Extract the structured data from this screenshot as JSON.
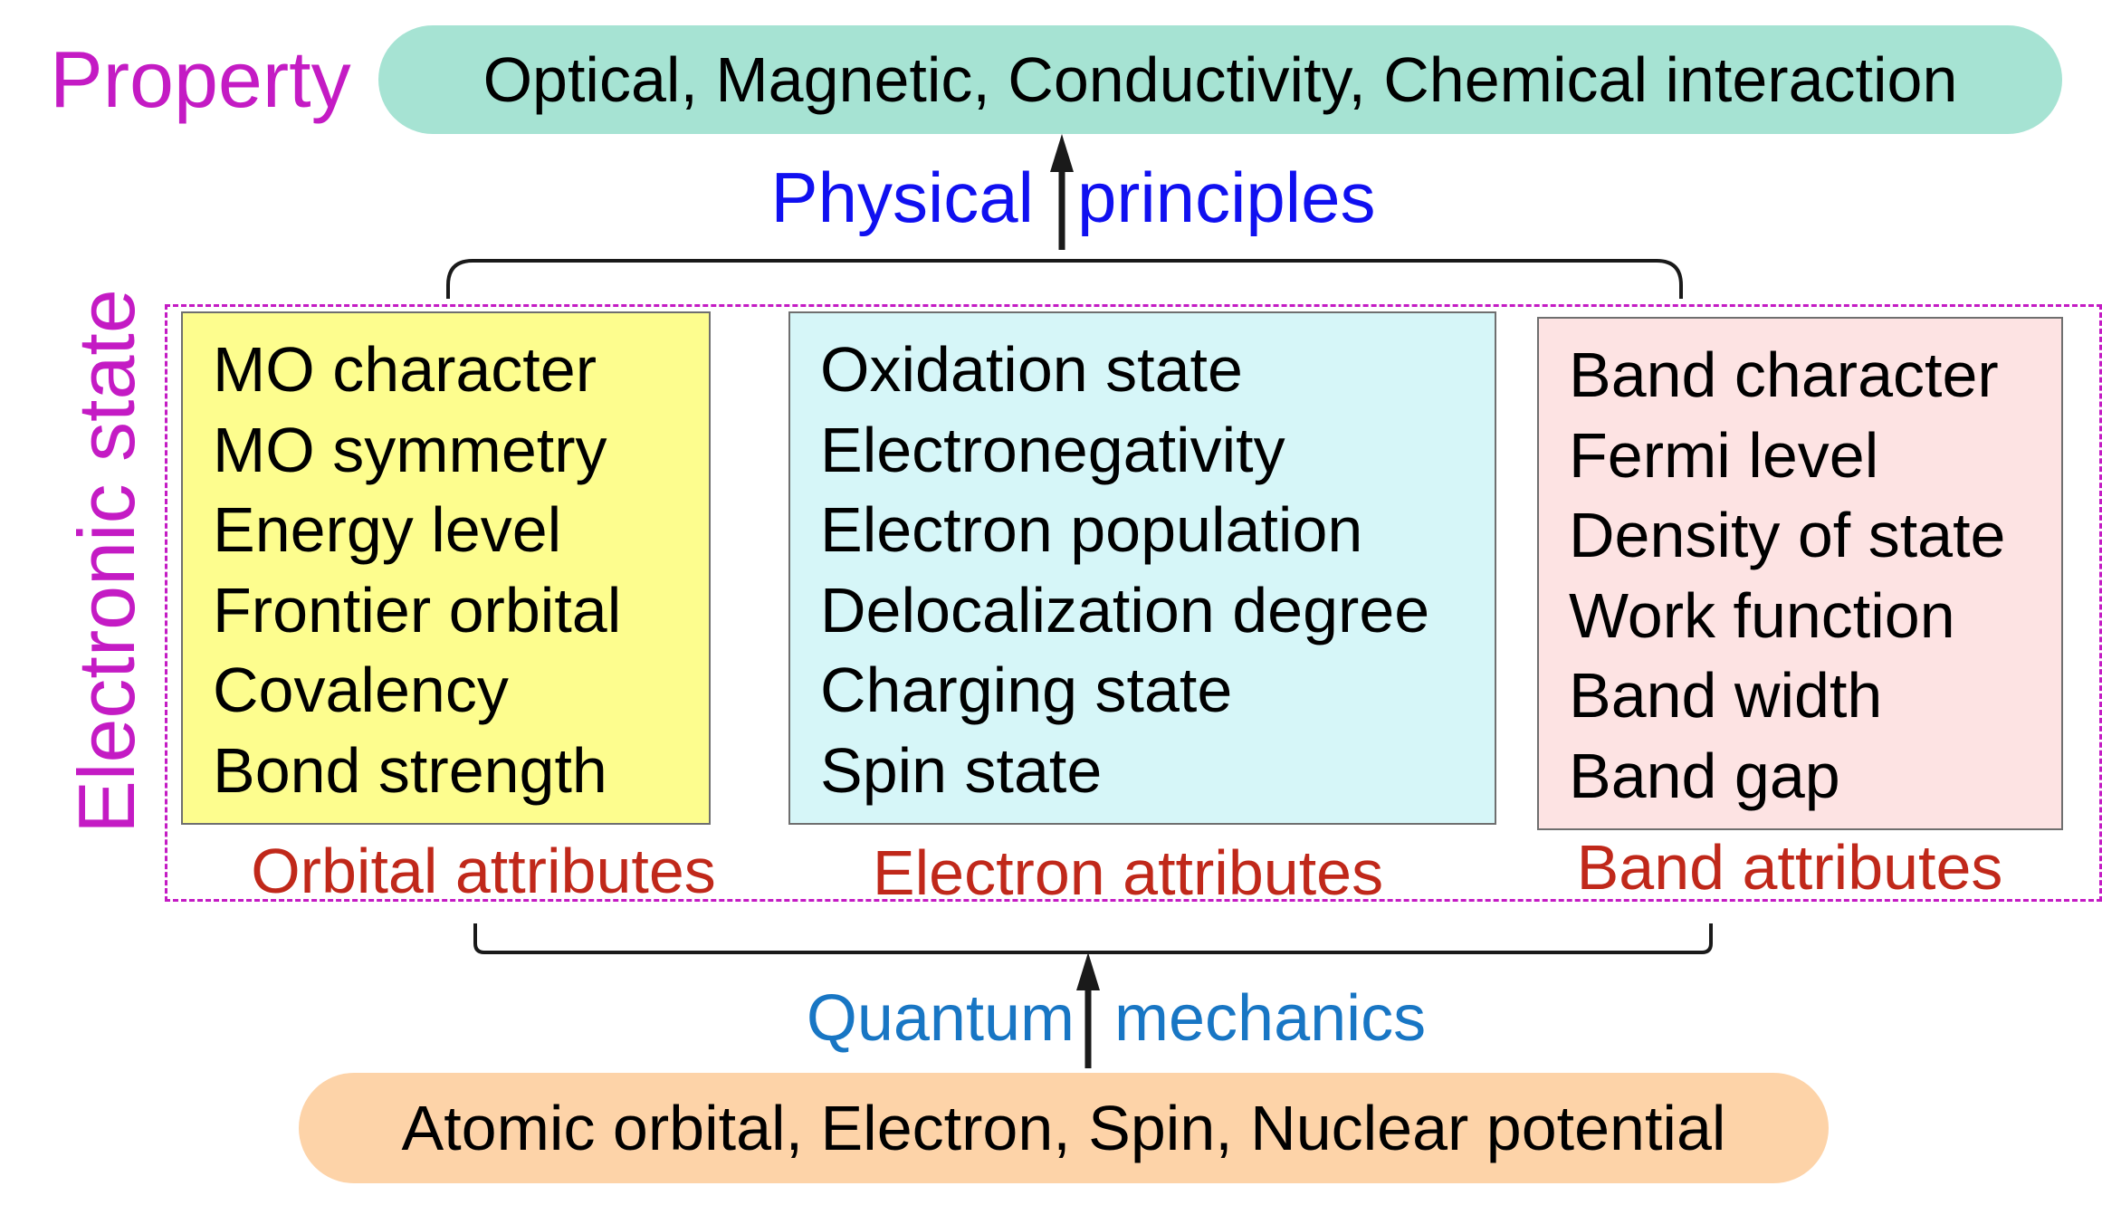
{
  "colors": {
    "property_label": "#c41bc4",
    "property_fill": "#a6e3d3",
    "physical_principles": "#1010f0",
    "electronic_state": "#c41bc4",
    "dashed_border": "#c41bc4",
    "orbital_fill": "#fdfd8e",
    "electron_fill": "#d6f6f8",
    "band_fill": "#fde3e3",
    "attribute_caption": "#c0281a",
    "quantum_mechanics": "#1876c4",
    "foundation_fill": "#fdd3a8",
    "connector": "#1a1a1a"
  },
  "top": {
    "label": "Property",
    "pill_text": "Optical, Magnetic, Conductivity, Chemical interaction"
  },
  "upper_link": {
    "left": "Physical",
    "right": "principles"
  },
  "electronic_state": {
    "label": "Electronic state"
  },
  "groups": {
    "orbital": {
      "caption": "Orbital attributes",
      "items": [
        "MO character",
        "MO symmetry",
        "Energy level",
        "Frontier orbital",
        "Covalency",
        "Bond strength"
      ]
    },
    "electron": {
      "caption": "Electron attributes",
      "items": [
        "Oxidation state",
        "Electronegativity",
        "Electron population",
        "Delocalization degree",
        "Charging state",
        "Spin state"
      ]
    },
    "band": {
      "caption": "Band attributes",
      "items": [
        "Band character",
        "Fermi level",
        "Density of state",
        "Work function",
        "Band width",
        "Band gap"
      ]
    }
  },
  "lower_link": {
    "left": "Quantum",
    "right": "mechanics"
  },
  "bottom": {
    "pill_text": "Atomic orbital, Electron, Spin, Nuclear potential"
  }
}
